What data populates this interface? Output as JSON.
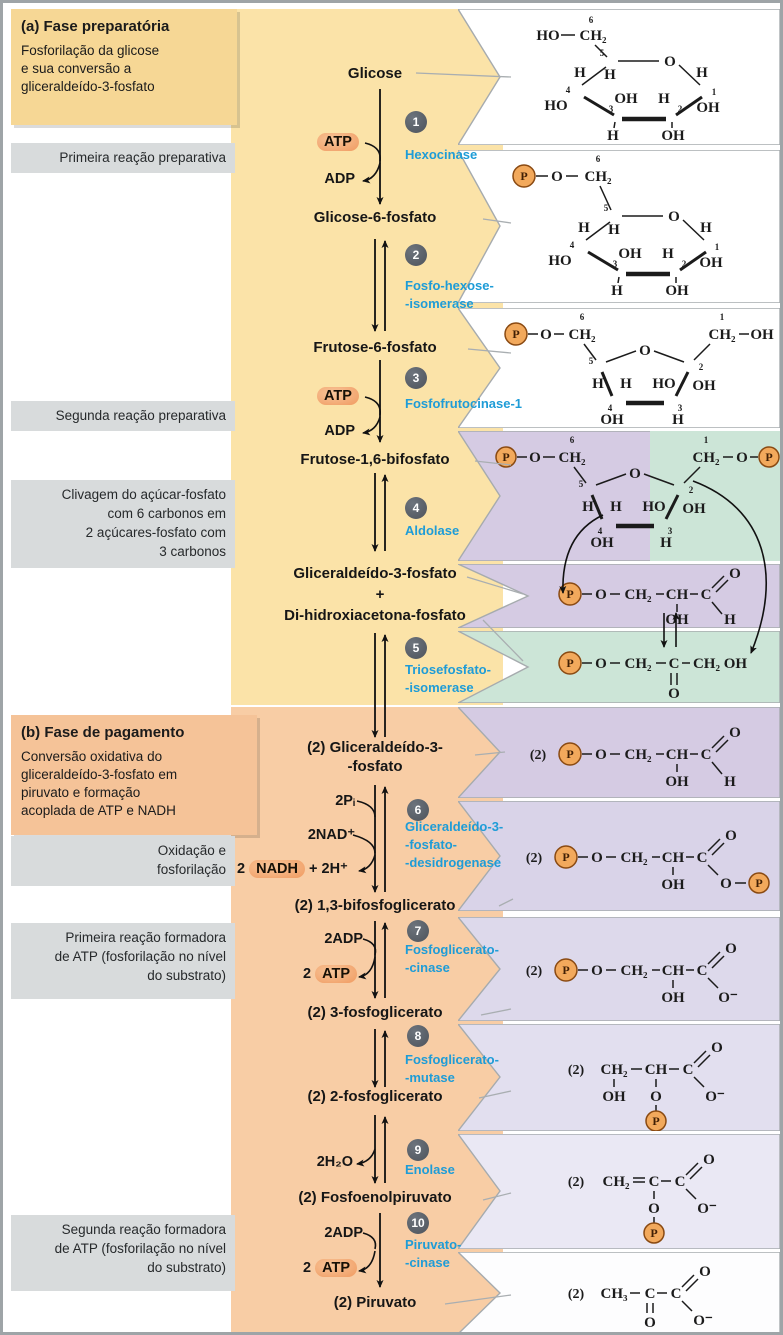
{
  "colors": {
    "frame": "#9EA4A7",
    "yellow_bg": "#FBE3A8",
    "yellow_box": "#F6D795",
    "peach_bg": "#F8CDA5",
    "peach_box": "#F5C398",
    "gray_box": "#D8DBDC",
    "purple_panel": "#D5CBE3",
    "green_panel": "#CCE5D7",
    "lav2": "#D9D3E8",
    "lav3": "#DDD9EB",
    "lav4": "#E2DFEF",
    "lav5": "#EAE8F4",
    "enzyme_blue": "#1E9CD7",
    "step_circle": "#555B63",
    "atp_orange": "#F5A878",
    "phosphate": "#F2A95C"
  },
  "section_a": {
    "title": "(a) Fase preparatória",
    "description": "Fosforilação da glicose\ne sua conversão a\ngliceraldeído-3-fosfato",
    "labels": {
      "l1": "Primeira reação preparativa",
      "l2": "Segunda reação preparativa",
      "l3": "Clivagem do açúcar-fosfato\ncom 6 carbonos em\n2 açúcares-fosfato com\n3 carbonos"
    }
  },
  "section_b": {
    "title": "(b) Fase de pagamento",
    "description": "Conversão oxidativa do\ngliceraldeído-3-fosfato em\npiruvato e formação\nacoplada de ATP e NADH",
    "labels": {
      "l1": "Oxidação e\nfosforilação",
      "l2": "Primeira reação formadora\nde ATP (fosforilação no nível\ndo substrato)",
      "l3": "Segunda reação formadora\nde ATP (fosforilação no nível\ndo substrato)"
    }
  },
  "pathway": {
    "metabolites": {
      "glicose": "Glicose",
      "g6p": "Glicose-6-fosfato",
      "f6p": "Frutose-6-fosfato",
      "f16bp": "Frutose-1,6-bifosfato",
      "g3p": "Gliceraldeído-3-fosfato",
      "plus": "+",
      "dhap": "Di-hidroxiacetona-fosfato",
      "g3p2_l1": "(2) Gliceraldeído-3-",
      "g3p2_l2": "-fosfato",
      "bpg": "(2) 1,3-bifosfoglicerato",
      "pg3": "(2) 3-fosfoglicerato",
      "pg2": "(2) 2-fosfoglicerato",
      "pep": "(2) Fosfoenolpiruvato",
      "pyr": "(2) Piruvato"
    },
    "steps": {
      "s1": {
        "n": "1",
        "e1": "Hexocinase"
      },
      "s2": {
        "n": "2",
        "e1": "Fosfo-hexose-",
        "e2": "-isomerase"
      },
      "s3": {
        "n": "3",
        "e1": "Fosfofrutocinase-1"
      },
      "s4": {
        "n": "4",
        "e1": "Aldolase"
      },
      "s5": {
        "n": "5",
        "e1": "Triosefosfato-",
        "e2": "-isomerase"
      },
      "s6": {
        "n": "6",
        "e1": "Gliceraldeído-3-",
        "e2": "-fosfato-",
        "e3": "-desidrogenase"
      },
      "s7": {
        "n": "7",
        "e1": "Fosfoglicerato-",
        "e2": "-cinase"
      },
      "s8": {
        "n": "8",
        "e1": "Fosfoglicerato-",
        "e2": "-mutase"
      },
      "s9": {
        "n": "9",
        "e1": "Enolase"
      },
      "s10": {
        "n": "10",
        "e1": "Piruvato-",
        "e2": "-cinase"
      }
    },
    "cofactors": {
      "atp": "ATP",
      "adp": "ADP",
      "two_adp": "2ADP",
      "two": "2",
      "pi": "2Pᵢ",
      "nad": "2NAD⁺",
      "nadh": "NADH",
      "nadh_post": "+ 2H⁺",
      "h2o": "2H₂O"
    }
  },
  "chem": {
    "p": "P",
    "o": "O",
    "oh": "OH",
    "ho": "HO",
    "h": "H",
    "c": "C",
    "ch": "CH",
    "ch2": "CH₂",
    "ch3": "CH₃",
    "ch2oh": "CH₂ OH",
    "ominus": "O⁻",
    "two": "(2)",
    "n1": "1",
    "n2": "2",
    "n3": "3",
    "n4": "4",
    "n5": "5",
    "n6": "6"
  }
}
